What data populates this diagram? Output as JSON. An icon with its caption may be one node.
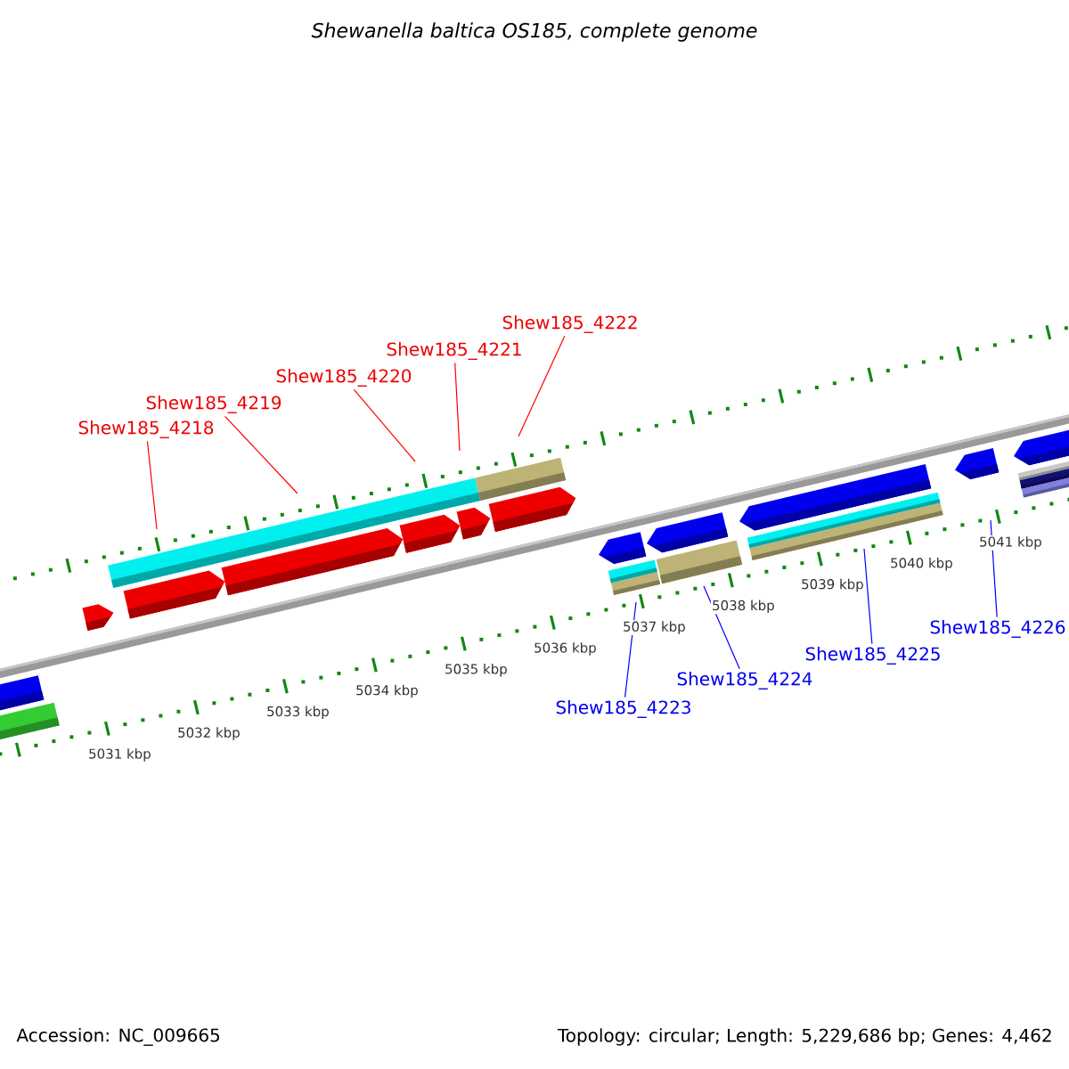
{
  "diagram": {
    "title": "Shewanella baltica OS185, complete genome",
    "nodes": [
      {
        "text": [
          "Shew185_4218"
        ]
      },
      {
        "text": [
          "Shew185_4219"
        ]
      },
      {
        "text": [
          "Shew185_4220"
        ]
      },
      {
        "text": [
          "Shew185_4221"
        ]
      },
      {
        "text": [
          "Shew185_4222"
        ]
      },
      {
        "text": [
          "Shew185_4223"
        ]
      },
      {
        "text": [
          "Shew185_4224"
        ]
      },
      {
        "text": [
          "Shew185_4225"
        ]
      },
      {
        "text": [
          "Shew185_4226"
        ]
      }
    ],
    "edges": [
      {
        "from": 0,
        "to": null,
        "arrow": "none"
      },
      {
        "from": 1,
        "to": null,
        "arrow": "none"
      },
      {
        "from": 2,
        "to": null,
        "arrow": "none"
      },
      {
        "from": 3,
        "to": null,
        "arrow": "none"
      },
      {
        "from": 4,
        "to": null,
        "arrow": "none"
      },
      {
        "from": 5,
        "to": null,
        "arrow": "none",
        "color": "#0000ff"
      },
      {
        "from": 6,
        "to": null,
        "arrow": "none",
        "color": "#0000ff"
      },
      {
        "from": 7,
        "to": null,
        "arrow": "none",
        "color": "#0000ff"
      },
      {
        "from": 8,
        "to": null,
        "arrow": "none",
        "color": "#0000ff"
      }
    ],
    "labels": [
      "5031 kbp",
      "5032 kbp",
      "5033 kbp",
      "5034 kbp",
      "5035 kbp",
      "5036 kbp",
      "5037 kbp",
      "5038 kbp",
      "5039 kbp",
      "5040 kbp",
      "5041 kbp",
      "Accession: NC_009665",
      "Topology: circular; Length: 5,229,686 bp; Genes: 4,462"
    ]
  }
}
